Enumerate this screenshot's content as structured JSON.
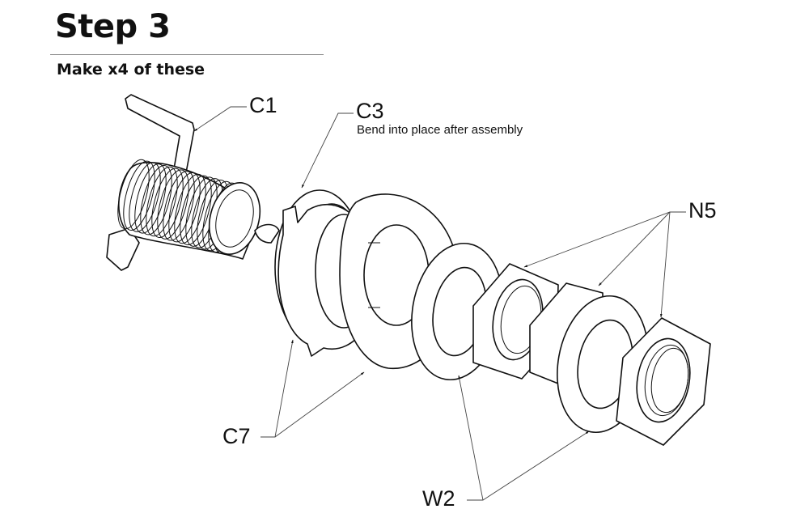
{
  "header": {
    "title": "Step 3",
    "subtitle": "Make x4 of these"
  },
  "parts": [
    {
      "id": "C1",
      "label": "C1",
      "note": ""
    },
    {
      "id": "C3",
      "label": "C3",
      "note": "Bend into place after assembly"
    },
    {
      "id": "C7",
      "label": "C7",
      "note": ""
    },
    {
      "id": "N5",
      "label": "N5",
      "note": ""
    },
    {
      "id": "W2",
      "label": "W2",
      "note": ""
    }
  ],
  "colors": {
    "line": "#111111",
    "background": "#ffffff",
    "divider": "#8a8a8a"
  }
}
